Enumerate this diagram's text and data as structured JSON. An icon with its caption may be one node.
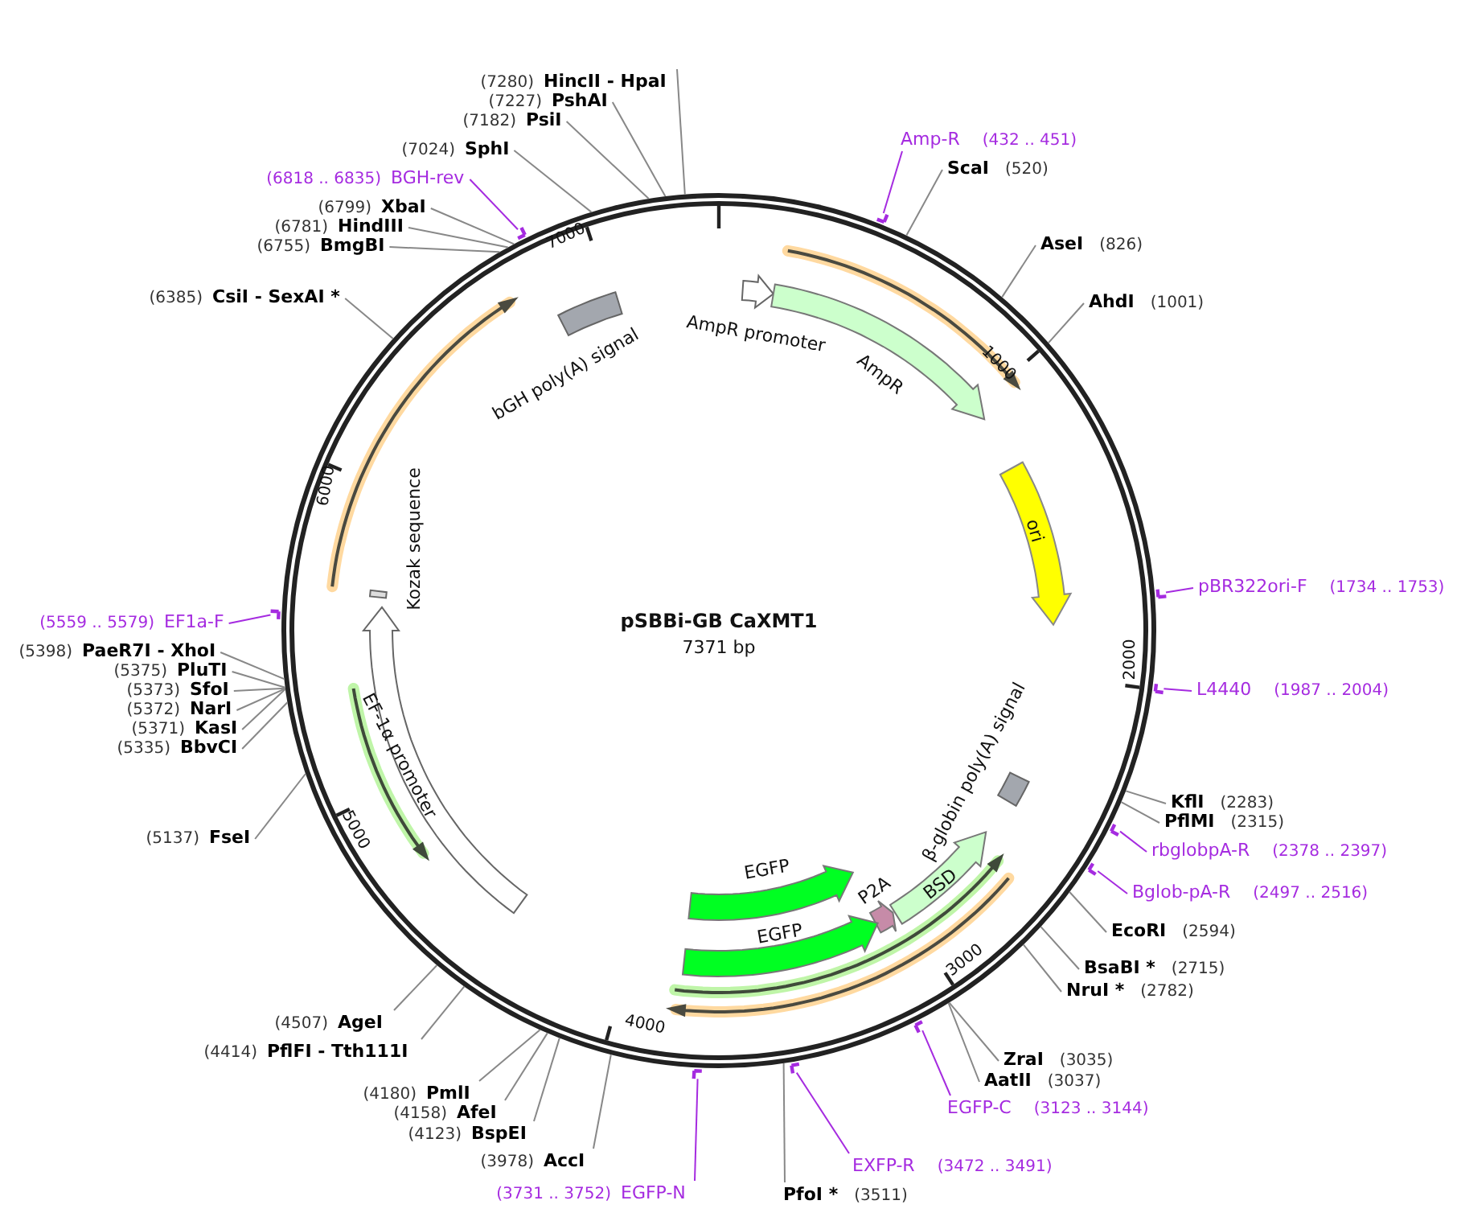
{
  "diagram": {
    "title": "pSBBi-GB CaXMT1",
    "nodes": [
      {
        "text": [
          "(7280)",
          "HincII - HpaI"
        ]
      },
      {
        "text": [
          "(7227)",
          "PshAI"
        ]
      },
      {
        "text": [
          "(7182)",
          "PsiI"
        ]
      },
      {
        "text": [
          "(7024)",
          "SphI"
        ]
      },
      {
        "text": [
          "(6818 .. 6835)",
          "BGH-rev"
        ]
      },
      {
        "text": [
          "(6799)",
          "XbaI"
        ]
      },
      {
        "text": [
          "(6781)",
          "HindIII"
        ]
      },
      {
        "text": [
          "(6755)",
          "BmgBI"
        ]
      },
      {
        "text": [
          "(6385)",
          "CsiI - SexAI *"
        ]
      },
      {
        "text": [
          "Amp-R",
          "(432 .. 451)"
        ]
      },
      {
        "text": [
          "ScaI",
          "(520)"
        ]
      },
      {
        "text": [
          "AseI",
          "(826)"
        ]
      },
      {
        "text": [
          "AhdI",
          "(1001)"
        ]
      },
      {
        "text": [
          "(5559 .. 5579)",
          "EF1a-F"
        ]
      },
      {
        "text": [
          "(5398)",
          "PaeR7I - XhoI"
        ]
      },
      {
        "text": [
          "(5375)",
          "PluTI"
        ]
      },
      {
        "text": [
          "(5373)",
          "SfoI"
        ]
      },
      {
        "text": [
          "(5372)",
          "NarI"
        ]
      },
      {
        "text": [
          "(5371)",
          "KasI"
        ]
      },
      {
        "text": [
          "(5335)",
          "BbvCI"
        ]
      },
      {
        "text": [
          "(5137)",
          "FseI"
        ]
      },
      {
        "text": [
          "pBR322ori-F",
          "(1734 .. 1753)"
        ]
      },
      {
        "text": [
          "L4440",
          "(1987 .. 2004)"
        ]
      },
      {
        "text": [
          "KflI",
          "(2283)"
        ]
      },
      {
        "text": [
          "PflMI",
          "(2315)"
        ]
      },
      {
        "text": [
          "rbglobpA-R",
          "(2378 .. 2397)"
        ]
      },
      {
        "text": [
          "Bglob-pA-R",
          "(2497 .. 2516)"
        ]
      },
      {
        "text": [
          "EcoRI",
          "(2594)"
        ]
      },
      {
        "text": [
          "BsaBI *",
          "(2715)"
        ]
      },
      {
        "text": [
          "NruI *",
          "(2782)"
        ]
      },
      {
        "text": [
          "ZraI",
          "(3035)"
        ]
      },
      {
        "text": [
          "AatII",
          "(3037)"
        ]
      },
      {
        "text": [
          "EGFP-C",
          "(3123 .. 3144)"
        ]
      },
      {
        "text": [
          "(4507)",
          "AgeI"
        ]
      },
      {
        "text": [
          "(4414)",
          "PflFI - Tth111I"
        ]
      },
      {
        "text": [
          "(4180)",
          "PmlI"
        ]
      },
      {
        "text": [
          "(4158)",
          "AfeI"
        ]
      },
      {
        "text": [
          "(4123)",
          "BspEI"
        ]
      },
      {
        "text": [
          "(3978)",
          "AccI"
        ]
      },
      {
        "text": [
          "(3731 .. 3752)",
          "EGFP-N"
        ]
      },
      {
        "text": [
          "PfoI *",
          "(3511)"
        ]
      },
      {
        "text": [
          "EXFP-R",
          "(3472 .. 3491)"
        ]
      },
      {
        "text": [
          "AmpR promoter"
        ]
      },
      {
        "text": [
          "AmpR"
        ]
      },
      {
        "text": [
          "ori"
        ]
      },
      {
        "text": [
          "β-globin poly(A) signal"
        ]
      },
      {
        "text": [
          "BSD"
        ]
      },
      {
        "text": [
          "P2A"
        ]
      },
      {
        "text": [
          "EGFP"
        ]
      },
      {
        "text": [
          "EGFP"
        ]
      },
      {
        "text": [
          "EF-1α promoter"
        ]
      },
      {
        "text": [
          "Kozak sequence"
        ]
      },
      {
        "text": [
          "bGH poly(A) signal"
        ]
      }
    ],
    "edges": [
      {
        "from": 0,
        "to": null,
        "arrow": "none"
      },
      {
        "from": 1,
        "to": null,
        "arrow": "none"
      },
      {
        "from": 2,
        "to": null,
        "arrow": "none"
      },
      {
        "from": 3,
        "to": null,
        "arrow": "none"
      },
      {
        "from": 4,
        "to": null,
        "arrow": "none",
        "color": "#a52be0"
      },
      {
        "from": 5,
        "to": null,
        "arrow": "none"
      },
      {
        "from": 6,
        "to": null,
        "arrow": "none"
      },
      {
        "from": 7,
        "to": null,
        "arrow": "none"
      },
      {
        "from": 8,
        "to": null,
        "arrow": "none"
      },
      {
        "from": 9,
        "to": null,
        "arrow": "none",
        "color": "#a52be0"
      },
      {
        "from": 10,
        "to": null,
        "arrow": "none"
      },
      {
        "from": 11,
        "to": null,
        "arrow": "none"
      },
      {
        "from": 12,
        "to": null,
        "arrow": "none"
      },
      {
        "from": 13,
        "to": null,
        "arrow": "none",
        "color": "#a52be0"
      },
      {
        "from": 14,
        "to": null,
        "arrow": "none"
      },
      {
        "from": 15,
        "to": null,
        "arrow": "none"
      },
      {
        "from": 16,
        "to": null,
        "arrow": "none"
      },
      {
        "from": 17,
        "to": null,
        "arrow": "none"
      },
      {
        "from": 18,
        "to": null,
        "arrow": "none"
      },
      {
        "from": 19,
        "to": null,
        "arrow": "none"
      },
      {
        "from": 20,
        "to": null,
        "arrow": "none"
      },
      {
        "from": 21,
        "to": null,
        "arrow": "none",
        "color": "#a52be0"
      },
      {
        "from": 22,
        "to": null,
        "arrow": "none",
        "color": "#a52be0"
      },
      {
        "from": 23,
        "to": null,
        "arrow": "none"
      },
      {
        "from": 24,
        "to": null,
        "arrow": "none"
      },
      {
        "from": 25,
        "to": null,
        "arrow": "none",
        "color": "#a52be0"
      },
      {
        "from": 26,
        "to": null,
        "arrow": "none",
        "color": "#a52be0"
      },
      {
        "from": 27,
        "to": null,
        "arrow": "none"
      },
      {
        "from": 28,
        "to": null,
        "arrow": "none"
      },
      {
        "from": 29,
        "to": null,
        "arrow": "none"
      },
      {
        "from": 30,
        "to": null,
        "arrow": "none"
      },
      {
        "from": 31,
        "to": null,
        "arrow": "none"
      },
      {
        "from": 32,
        "to": null,
        "arrow": "none",
        "color": "#a52be0"
      },
      {
        "from": 33,
        "to": null,
        "arrow": "none"
      },
      {
        "from": 34,
        "to": null,
        "arrow": "none"
      },
      {
        "from": 35,
        "to": null,
        "arrow": "none"
      },
      {
        "from": 36,
        "to": null,
        "arrow": "none"
      },
      {
        "from": 37,
        "to": null,
        "arrow": "none"
      },
      {
        "from": 38,
        "to": null,
        "arrow": "none"
      },
      {
        "from": 39,
        "to": null,
        "arrow": "none",
        "color": "#a52be0"
      },
      {
        "from": 40,
        "to": null,
        "arrow": "none"
      },
      {
        "from": 41,
        "to": null,
        "arrow": "none",
        "color": "#a52be0"
      }
    ],
    "labels": [
      "7000",
      "1000",
      "6000",
      "7371 bp",
      "2000",
      "5000",
      "3000",
      "4000"
    ]
  }
}
